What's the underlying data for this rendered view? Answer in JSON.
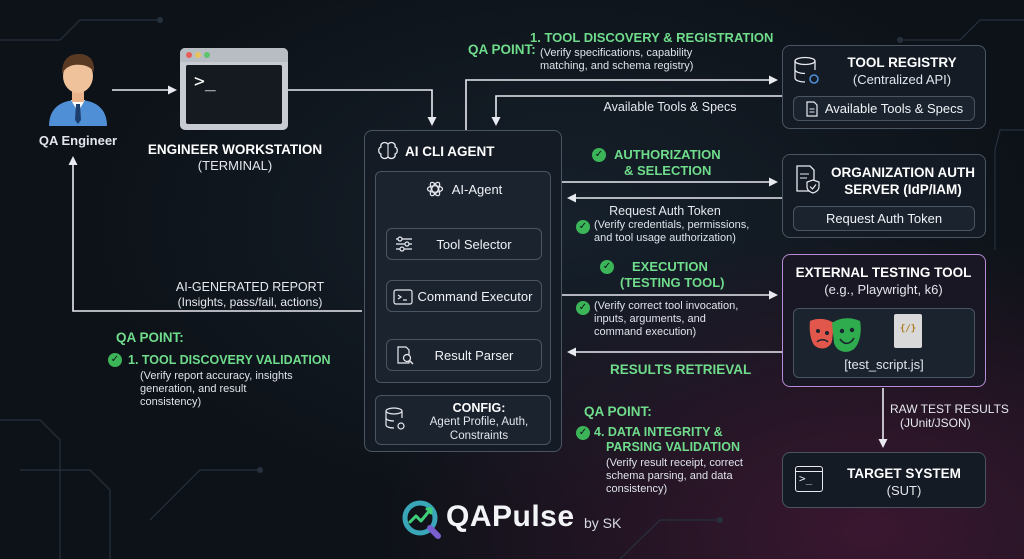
{
  "qa_engineer": {
    "label": "QA Engineer"
  },
  "workstation": {
    "title": "ENGINEER WORKSTATION",
    "subtitle": "(TERMINAL)",
    "prompt": ">_"
  },
  "agent": {
    "title": "AI CLI AGENT",
    "core": "AI-Agent",
    "steps": [
      "Tool Selector",
      "Command Executor",
      "Result Parser"
    ],
    "config_title": "CONFIG:",
    "config_lines": [
      "Agent Profile, Auth,",
      "Constraints"
    ]
  },
  "registry": {
    "title": "TOOL REGISTRY",
    "subtitle": "(Centralized API)",
    "inner": "Available Tools & Specs"
  },
  "auth_server": {
    "title_l1": "ORGANIZATION AUTH",
    "title_l2": "SERVER (IdP/IAM)",
    "inner": "Request Auth Token"
  },
  "testing_tool": {
    "title": "EXTERNAL TESTING TOOL",
    "subtitle": "(e.g., Playwright, k6)",
    "file": "[test_script.js]",
    "code_glyph": "{/}"
  },
  "target": {
    "title": "TARGET SYSTEM",
    "subtitle": "(SUT)",
    "prompt": ">_"
  },
  "flows": {
    "discovery": {
      "prefix": "QA POINT:",
      "title": "1. TOOL DISCOVERY & REGISTRATION",
      "desc_l1": "(Verify specifications, capability",
      "desc_l2": "matching, and schema registry)"
    },
    "available": "Available Tools & Specs",
    "authorization": {
      "title_l1": "AUTHORIZATION",
      "title_l2": "& SELECTION"
    },
    "request_token": {
      "label": "Request Auth Token",
      "desc_l1": "(Verify credentials, permissions,",
      "desc_l2": "and tool usage authorization)"
    },
    "execution": {
      "title_l1": "EXECUTION",
      "title_l2": "(TESTING TOOL)",
      "desc_l1": "(Verify correct tool invocation,",
      "desc_l2": "inputs, arguments, and",
      "desc_l3": "command execution)"
    },
    "results_retrieval": "RESULTS RETRIEVAL",
    "raw_results": {
      "l1": "RAW TEST RESULTS",
      "l2": "(JUnit/JSON)"
    },
    "report": {
      "title": "AI-GENERATED REPORT",
      "desc": "(Insights, pass/fail, actions)"
    }
  },
  "qa_points": {
    "validation": {
      "prefix": "QA POINT:",
      "title": "1. TOOL DISCOVERY VALIDATION",
      "desc_l1": "(Verify report accuracy, insights",
      "desc_l2": "generation, and result",
      "desc_l3": "consistency)"
    },
    "integrity": {
      "prefix": "QA POINT:",
      "title_l1": "4. DATA INTEGRITY &",
      "title_l2": "PARSING VALIDATION",
      "desc_l1": "(Verify result receipt, correct",
      "desc_l2": "schema parsing, and data",
      "desc_l3": "consistency)"
    }
  },
  "brand": {
    "name": "QAPulse",
    "by": "by SK"
  },
  "colors": {
    "accent_green": "#5fd37d",
    "box_border": "#4a5563",
    "testing_border": "#b98ad6",
    "background": "#0d1218"
  }
}
